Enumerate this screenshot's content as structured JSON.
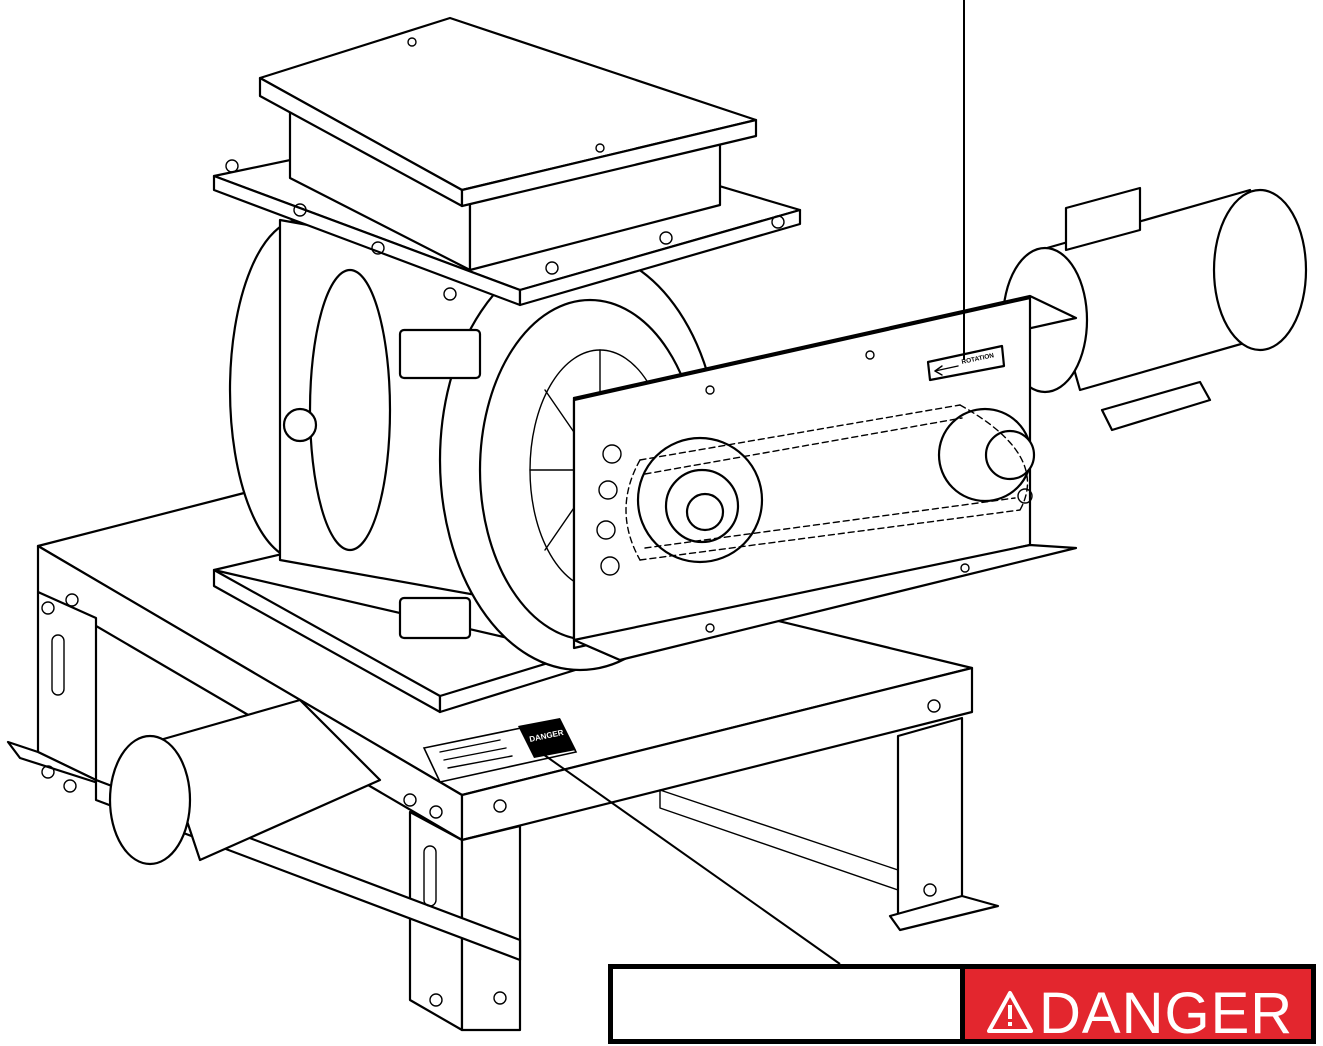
{
  "labels": {
    "rotation_arrow": "ROTATION",
    "decal_small": "DANGER",
    "callout_danger": "DANGER"
  },
  "icons": [
    "warning-triangle-icon"
  ],
  "colors": {
    "danger_red": "#e3262e",
    "line": "#000000",
    "background": "#ffffff"
  }
}
